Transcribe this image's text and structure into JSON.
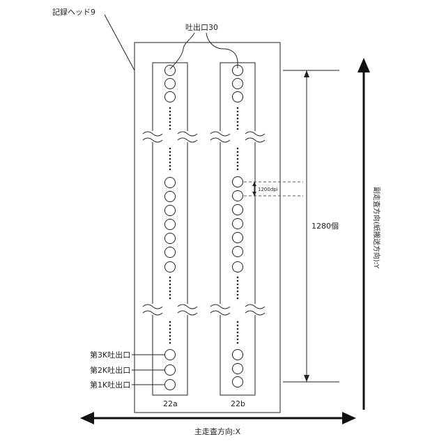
{
  "labels": {
    "head": "記録ヘッド9",
    "nozzle": "吐出口30",
    "nozzle_3k": "第3K吐出口",
    "nozzle_2k": "第2K吐出口",
    "nozzle_1k": "第1K吐出口",
    "row_a": "22a",
    "row_b": "22b",
    "pitch": "1200dpi",
    "count": "1280個",
    "main_dir": "主走査方向:X",
    "sub_dir": "副走査方向(紙搬送方向):Y"
  },
  "colors": {
    "line": "#222222",
    "dash": "#555555",
    "background": "#ffffff"
  }
}
